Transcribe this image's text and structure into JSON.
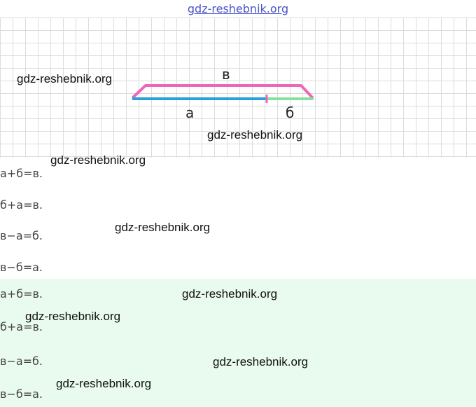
{
  "site": "gdz-reshebnik.org",
  "watermark": "gdz-reshebnik.org",
  "diagram": {
    "label_top": "в",
    "label_a": "а",
    "label_b": "б",
    "colors": {
      "whole": "#ee66bb",
      "a": "#2a9fd8",
      "b": "#88e0a0"
    }
  },
  "equations": [
    "а+б=в.",
    "б+а=в.",
    "в−а=б.",
    "в−б=а."
  ],
  "answer_equations": [
    "а+б=в.",
    "б+а=в.",
    "в−а=б.",
    "в−б=а."
  ]
}
